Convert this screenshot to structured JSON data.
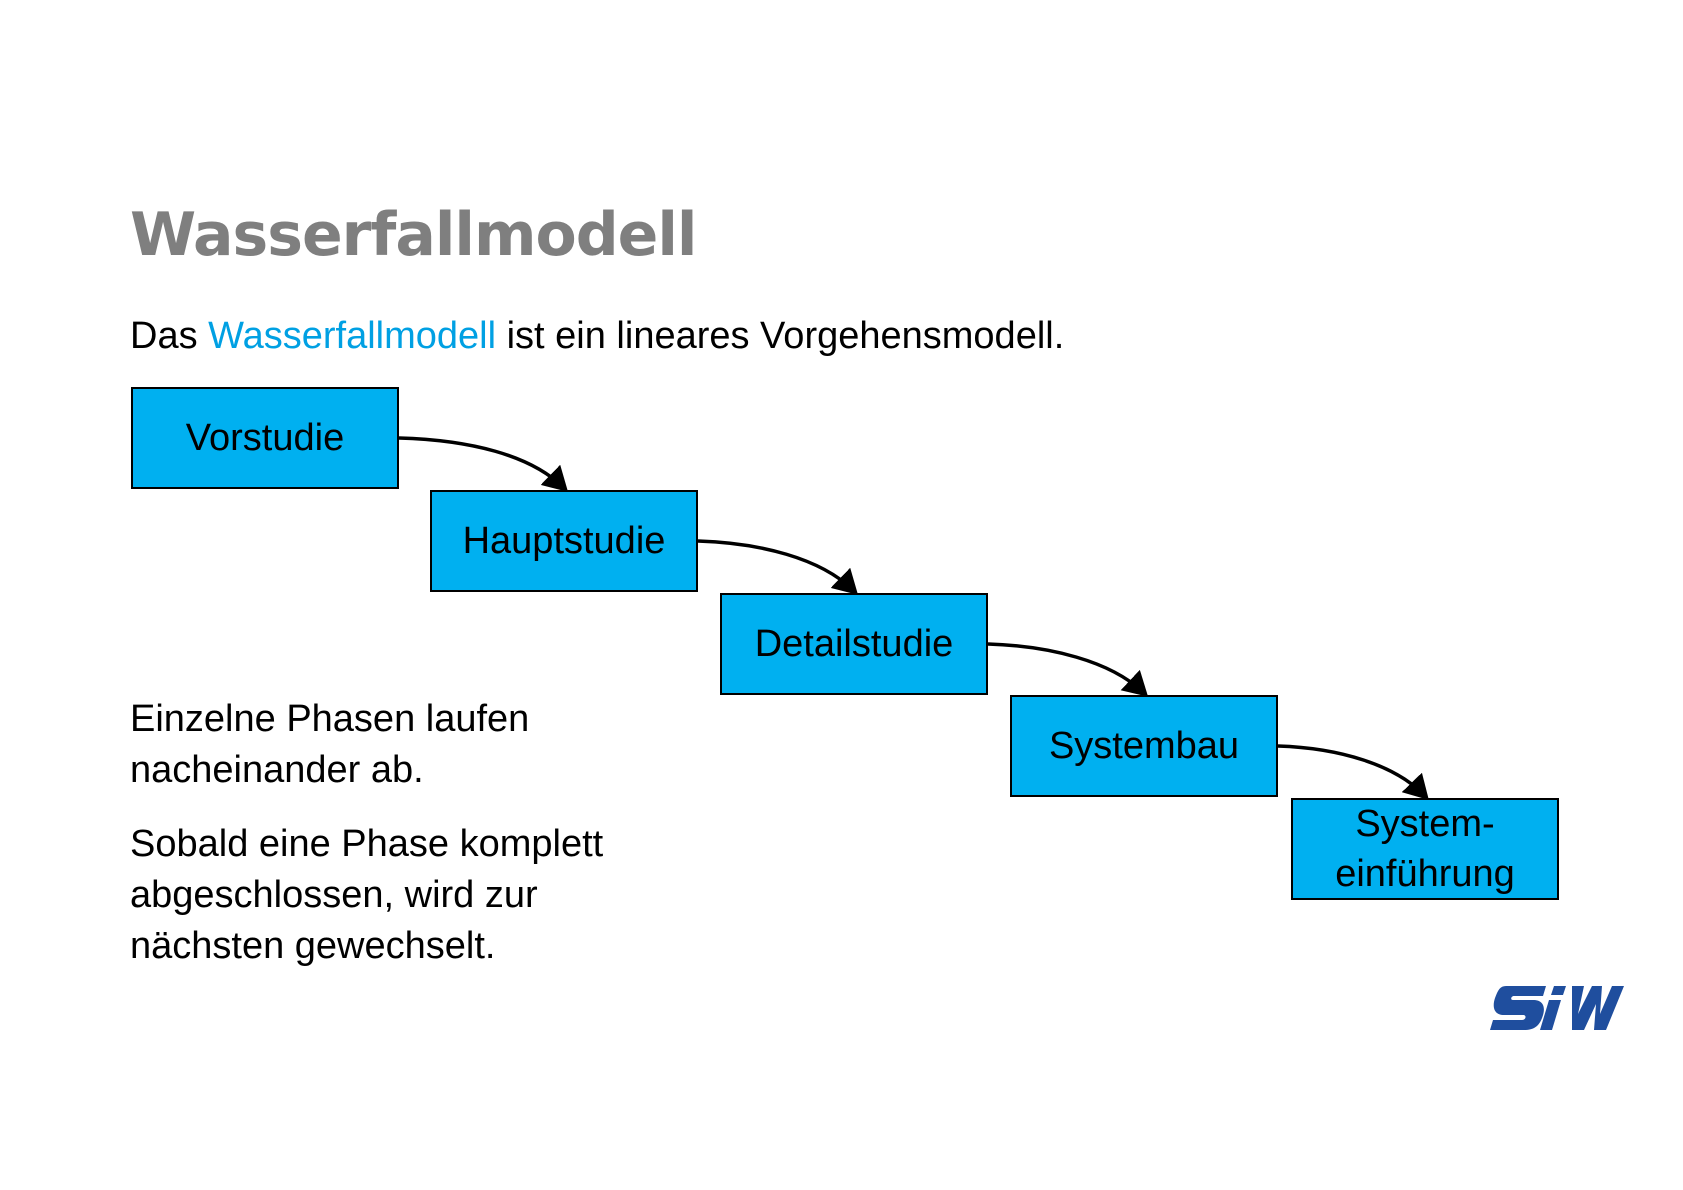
{
  "slide": {
    "title": "Wasserfallmodell",
    "intro": {
      "before": "Das ",
      "highlight": "Wasserfallmodell",
      "after": " ist ein lineares Vorgehensmodell."
    },
    "phases": [
      {
        "line1": "Vorstudie",
        "line2": ""
      },
      {
        "line1": "Hauptstudie",
        "line2": ""
      },
      {
        "line1": "Detailstudie",
        "line2": ""
      },
      {
        "line1": "Systembau",
        "line2": ""
      },
      {
        "line1": "System-",
        "line2": "einführung"
      }
    ],
    "paragraph1": {
      "line1": "Einzelne Phasen laufen",
      "line2": "nacheinander ab."
    },
    "paragraph2": {
      "line1": "Sobald eine Phase komplett",
      "line2": "abgeschlossen, wird zur",
      "line3": "nächsten gewechselt."
    },
    "logo": {
      "text": "SIW",
      "icon": "siw-logo-icon"
    }
  },
  "colors": {
    "title": "#7f7f7f",
    "highlight": "#00a0e3",
    "box_fill": "#00b0f0",
    "box_border": "#000000",
    "logo": "#1f4e9e"
  }
}
